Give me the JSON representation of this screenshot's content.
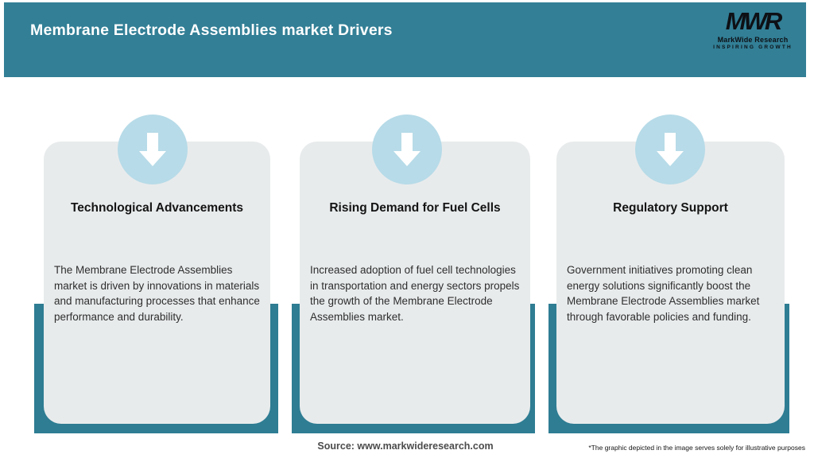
{
  "header": {
    "title": "Membrane Electrode Assemblies market Drivers",
    "logo": {
      "monogram": "MWR",
      "name": "MarkWide Research",
      "tagline": "INSPIRING GROWTH"
    }
  },
  "cards": [
    {
      "icon": "down-arrow-icon",
      "title": "Technological Advancements",
      "description": "The Membrane Electrode Assemblies market is driven by innovations in materials and manufacturing processes that enhance performance and durability."
    },
    {
      "icon": "down-arrow-icon",
      "title": "Rising Demand for Fuel Cells",
      "description": "Increased adoption of fuel cell technologies in transportation and energy sectors propels the growth of the Membrane Electrode Assemblies market."
    },
    {
      "icon": "down-arrow-icon",
      "title": "Regulatory Support",
      "description": "Government initiatives promoting clean energy solutions significantly boost the Membrane Electrode Assemblies market through favorable policies and funding."
    }
  ],
  "footer": {
    "source": "Source: www.markwideresearch.com",
    "disclaimer": "*The graphic depicted in the image serves solely for illustrative purposes"
  },
  "colors": {
    "header_teal": "#327f96",
    "backplate_teal": "#2e7d93",
    "circle_blue": "#b7dbe8",
    "card_gray": "#e8ebec"
  }
}
